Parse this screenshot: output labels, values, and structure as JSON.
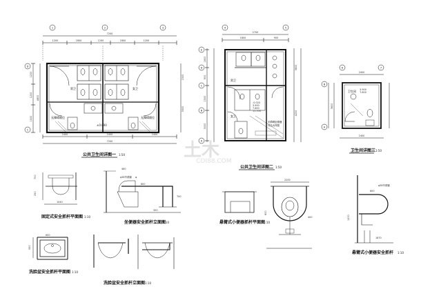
{
  "titles": {
    "plan1": "公共卫生间详图一",
    "plan1_scale": "1:50",
    "plan2": "公共卫生间详图二",
    "plan2_scale": "1:50",
    "plan3": "卫生间详图三",
    "plan3_scale": "1:50",
    "d1": "固定式安全抓杆平面图",
    "d1_scale": "1:10",
    "d2": "坐便器安全抓杆立面图",
    "d2_scale": "1:10",
    "d3": "洗脸盆安全抓杆平面图",
    "d3_scale": "1:10",
    "d4": "洗脸盆安全抓杆立面图",
    "d4_scale": "1:10",
    "d5": "悬臂式小便器抓杆平面图",
    "d5_scale": "1:10",
    "d6": "悬臂式小便器安全抓杆",
    "d6_scale": "1:10"
  },
  "plan1": {
    "top_dims": [
      "1200",
      "1800",
      "1200",
      "1800",
      "1200"
    ],
    "top_total": "7200",
    "bottom_dims": [
      "2400",
      "2400",
      "2400"
    ],
    "bottom_total": "7200",
    "axes_top": [
      "1",
      "2",
      "3"
    ],
    "axes_left": [
      "D",
      "C"
    ],
    "left_dims": [
      "1200",
      "1200",
      "1500"
    ],
    "left_total": "4800",
    "right_dims": [
      "1500",
      "3300"
    ],
    "labels": {
      "men": "男卫",
      "women": "女卫",
      "note1": "无障碍厕位",
      "note2": "无障碍厕位",
      "level": "±0.000"
    }
  },
  "plan2": {
    "axes_left": [
      "E",
      "D",
      "C",
      "B",
      "A"
    ],
    "axes_top": [
      "4",
      "5"
    ],
    "top_dims": [
      "1800",
      "900"
    ],
    "top_total": "2700",
    "left_dims": [
      "1800",
      "900",
      "1500",
      "3000"
    ],
    "right_dims": [
      "3600",
      "4200"
    ],
    "labels": {
      "men": "男卫",
      "women": "女卫"
    },
    "notes": [
      "无障碍坐便器",
      "详见大样图"
    ],
    "levels": [
      "-0.020",
      "3.900",
      "7.800",
      "11.700"
    ]
  },
  "plan3": {
    "top_dims": [
      "2400"
    ],
    "bottom_dims": [
      "2400"
    ],
    "axes_top": [
      "6",
      "7"
    ],
    "axes_left": [
      "B",
      "A"
    ],
    "left_dims": [
      "3600"
    ],
    "labels": {
      "room": "卫生间"
    },
    "levels": [
      "3.900",
      "7.800"
    ]
  },
  "details": {
    "d1_dims": [
      "700",
      "250",
      "1040"
    ],
    "d2_dims": [
      "460",
      "800",
      "700",
      "350",
      "φ"
    ],
    "d2_note": "φ38不锈钢",
    "d3_dims": [
      "600",
      "550"
    ],
    "d5_dims": [
      "2200",
      "600",
      "400"
    ],
    "d6_dims": [
      "600",
      "1200",
      "1870"
    ],
    "d6_note": "φ38不锈钢"
  },
  "watermark": {
    "big": "土木",
    "small": "COI88.COM"
  }
}
